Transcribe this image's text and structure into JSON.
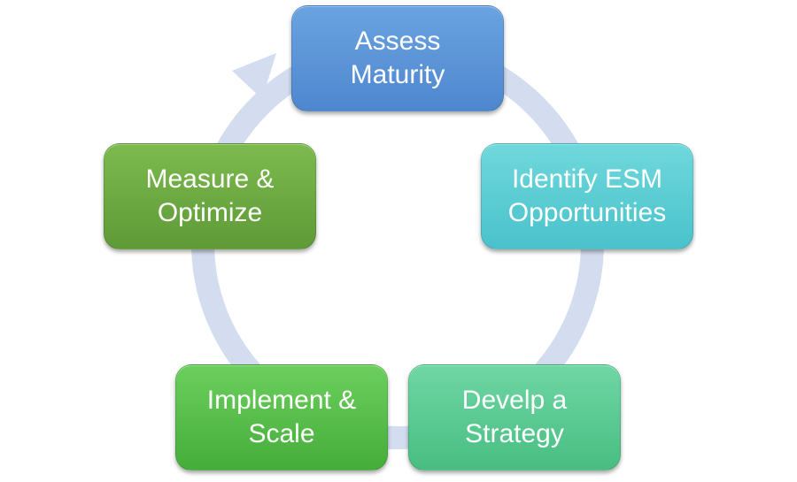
{
  "diagram": {
    "type": "cycle",
    "colors": {
      "ring": "#d3ddef",
      "assess": "#5b93d6",
      "identify": "#5ccdd4",
      "strategy": "#5acb93",
      "implement": "#56bf49",
      "measure": "#6fa942"
    },
    "steps": [
      {
        "label": "Assess\nMaturity"
      },
      {
        "label": "Identify ESM\nOpportunities"
      },
      {
        "label": "Develp a\nStrategy"
      },
      {
        "label": "Implement  &\nScale"
      },
      {
        "label": "Measure  &\nOptimize"
      }
    ]
  }
}
